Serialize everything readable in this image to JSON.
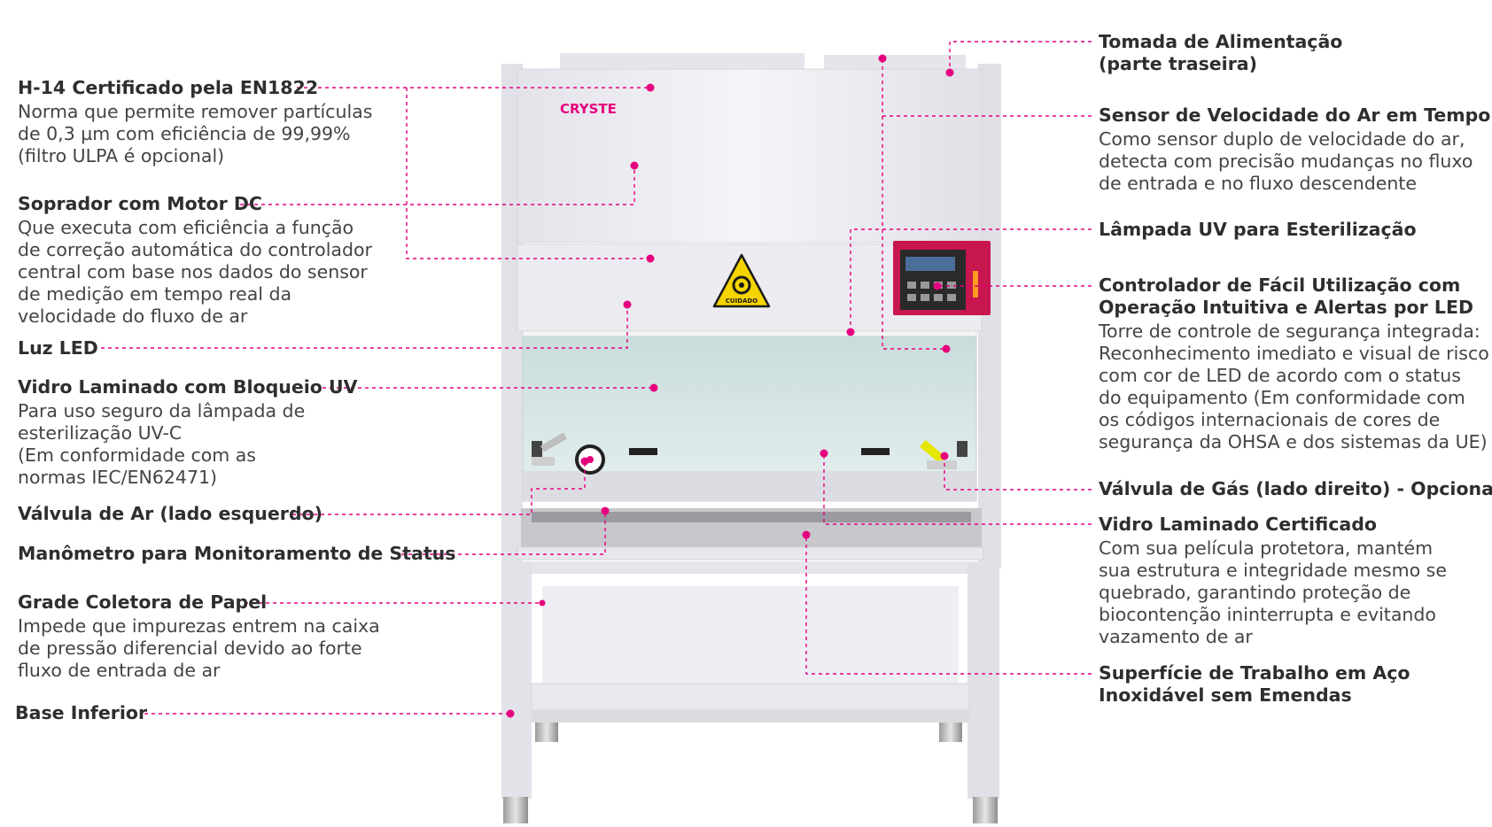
{
  "brand_logo": "CRYSTE",
  "hazard_sign": "CUIDADO",
  "colors": {
    "accent": "#e6007e",
    "controller": "#c8164f",
    "text": "#333333"
  },
  "left": [
    {
      "title": "H-14 Certificado pela EN1822",
      "desc": "Norma que permite remover partículas\nde 0,3 µm com eficiência de 99,99%\n(filtro ULPA é opcional)"
    },
    {
      "title": "Soprador com Motor DC",
      "desc": "Que executa com eficiência a função\nde correção automática do controlador\ncentral com base nos dados do sensor\nde medição em tempo real da\nvelocidade do fluxo de ar"
    },
    {
      "title": "Luz LED",
      "desc": ""
    },
    {
      "title": "Vidro Laminado com Bloqueio UV",
      "desc": "Para uso seguro da lâmpada de\nesterilização UV-C\n(Em conformidade com as\nnormas IEC/EN62471)"
    },
    {
      "title": "Válvula de Ar (lado esquerdo)",
      "desc": ""
    },
    {
      "title": "Manômetro para Monitoramento de Status",
      "desc": ""
    },
    {
      "title": "Grade Coletora de Papel",
      "desc": "Impede que impurezas entrem na caixa\nde pressão diferencial devido ao forte\nfluxo de entrada de ar"
    },
    {
      "title": "Base Inferior",
      "desc": ""
    }
  ],
  "right": [
    {
      "title": "Tomada de Alimentação",
      "desc": "(parte traseira)"
    },
    {
      "title": "Sensor de Velocidade do Ar em Tempo Real",
      "desc": "Como sensor duplo de velocidade do ar,\ndetecta com precisão mudanças no fluxo\nde entrada e no fluxo descendente"
    },
    {
      "title": "Lâmpada UV para Esterilização",
      "desc": ""
    },
    {
      "title": "Controlador de Fácil Utilização com",
      "title2": "Operação Intuitiva e Alertas por LED",
      "desc": "Torre de controle de segurança integrada:\nReconhecimento imediato e visual de risco\ncom cor de LED de acordo com o status\ndo equipamento (Em conformidade com\nos códigos internacionais de cores de\nsegurança da OHSA e dos sistemas da UE)"
    },
    {
      "title": "Válvula de Gás (lado direito) - Opcional",
      "desc": ""
    },
    {
      "title": "Vidro Laminado Certificado",
      "desc": "Com sua película protetora, mantém\nsua estrutura e integridade mesmo se\nquebrado, garantindo proteção de\nbiocontenção ininterrupta e evitando\nvazamento de ar"
    },
    {
      "title": "Superfície de Trabalho em Aço",
      "title2": "Inoxidável sem Emendas",
      "desc": ""
    }
  ]
}
